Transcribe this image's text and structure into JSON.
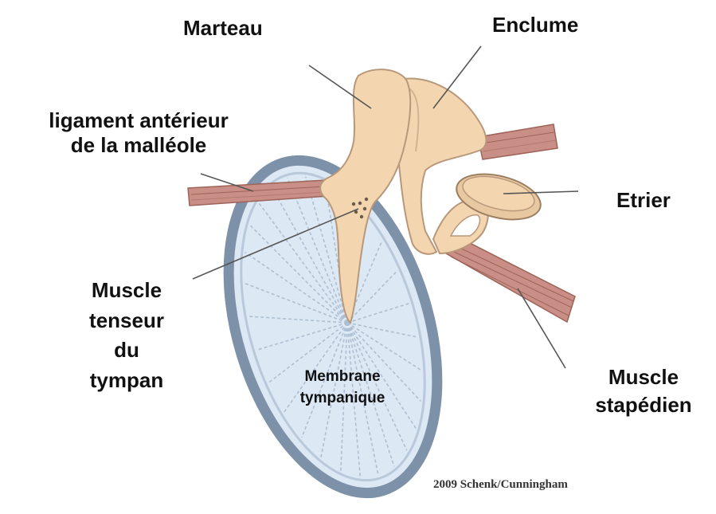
{
  "labels": {
    "marteau": "Marteau",
    "enclume": "Enclume",
    "ligament_line1": "ligament antérieur",
    "ligament_line2": "de la malléole",
    "etrier": "Etrier",
    "muscle_tenseur_line1": "Muscle",
    "muscle_tenseur_line2": "tenseur",
    "muscle_tenseur_line3": "du",
    "muscle_tenseur_line4": "tympan",
    "membrane_line1": "Membrane",
    "membrane_line2": "tympanique",
    "muscle_stapedien_line1": "Muscle",
    "muscle_stapedien_line2": "stapédien"
  },
  "credit": "2009 Schenk/Cunningham",
  "colors": {
    "bone": "#f3d6b0",
    "bone_stroke": "#b8987a",
    "membrane_fill": "#dce8f4",
    "membrane_rim": "#7d91a8",
    "muscle": "#c98f86",
    "muscle_dark": "#9e6358",
    "leader": "#555555"
  }
}
